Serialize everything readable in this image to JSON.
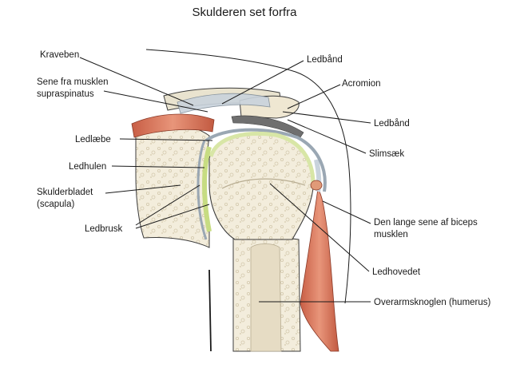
{
  "title": "Skulderen set forfra",
  "labels": {
    "kraveben": "Kraveben",
    "supraspinatus_1": "Sene fra musklen",
    "supraspinatus_2": "supraspinatus",
    "ledlaebe": "Ledlæbe",
    "ledhulen": "Ledhulen",
    "skulderbladet_1": "Skulderbladet",
    "skulderbladet_2": "(scapula)",
    "ledbrusk": "Ledbrusk",
    "ledbaand_top": "Ledbånd",
    "acromion": "Acromion",
    "ledbaand_right": "Ledbånd",
    "slimsaek": "Slimsæk",
    "biceps_1": "Den lange sene af biceps",
    "biceps_2": "musklen",
    "ledhovedet": "Ledhovedet",
    "humerus": "Overarmsknoglen (humerus)"
  },
  "colors": {
    "bone": "#f3eddc",
    "bone_inner": "#e6dcc4",
    "cartilage": "#d8e6a6",
    "ligament": "#c9d3dc",
    "bursa": "#6f6f6f",
    "muscle": "#d97a5c",
    "outline": "#3c3c3c"
  }
}
